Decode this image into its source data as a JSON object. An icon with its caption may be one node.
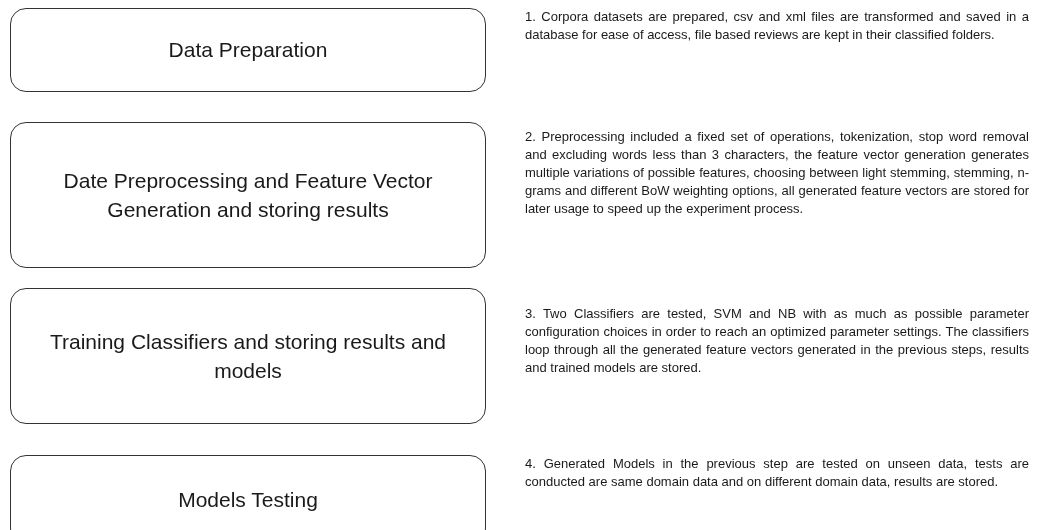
{
  "diagram": {
    "nodes": [
      {
        "text": [
          "Data Preparation"
        ],
        "beside": [
          "1. Corpora datasets are prepared, csv and xml files are transformed and saved in a database for ease of access, file based reviews are kept in their classified folders."
        ]
      },
      {
        "text": [
          "Date Preprocessing and Feature Vector Generation and storing results"
        ],
        "beside": [
          "2. Preprocessing included a fixed set of operations, tokenization, stop word removal and excluding words less than 3 characters, the feature vector generation generates multiple variations of possible features, choosing between light stemming, stemming, n-grams and different BoW weighting options, all generated feature vectors are stored for later usage to speed up the experiment process."
        ]
      },
      {
        "text": [
          "Training Classifiers and storing results and models"
        ],
        "beside": [
          "3. Two Classifiers are tested, SVM and NB with as much as possible parameter configuration choices in order to reach an optimized parameter settings. The classifiers loop through all the generated feature vectors generated in the previous steps, results and trained models are stored."
        ]
      },
      {
        "text": [
          "Models Testing"
        ],
        "beside": [
          "4. Generated Models in the previous step are tested on unseen data, tests are conducted are same domain data and on different domain data, results are stored."
        ]
      }
    ]
  }
}
